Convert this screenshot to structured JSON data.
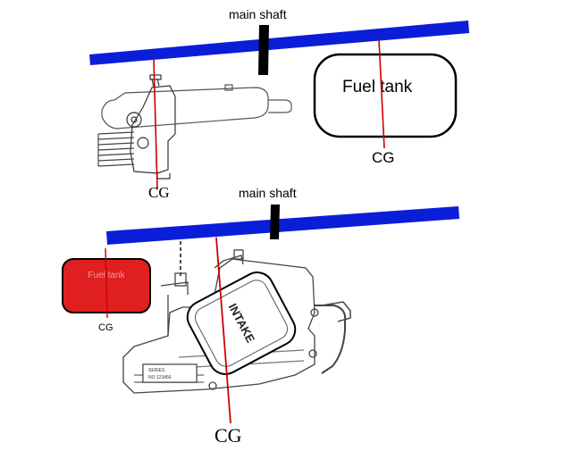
{
  "top_diagram": {
    "shaft_label": "main shaft",
    "tank_label": "Fuel tank",
    "tank_cg_label": "CG",
    "engine_cg_label": "CG"
  },
  "bottom_diagram": {
    "shaft_label": "main shaft",
    "tank_label": "Fuel tank",
    "tank_cg_label": "CG",
    "engine_cg_label": "CG",
    "intake_label": "INTAKE",
    "nameplate_lines": [
      "SERIES",
      "NO 123456"
    ]
  },
  "colors": {
    "boom": "#0a1ed8",
    "shaft": "#000000",
    "cg_line": "#cc0000",
    "tank_fill_bottom": "#e02020",
    "tank_text_bottom": "#f39a9a",
    "outline": "#000000",
    "drawing_gray": "#555555"
  }
}
